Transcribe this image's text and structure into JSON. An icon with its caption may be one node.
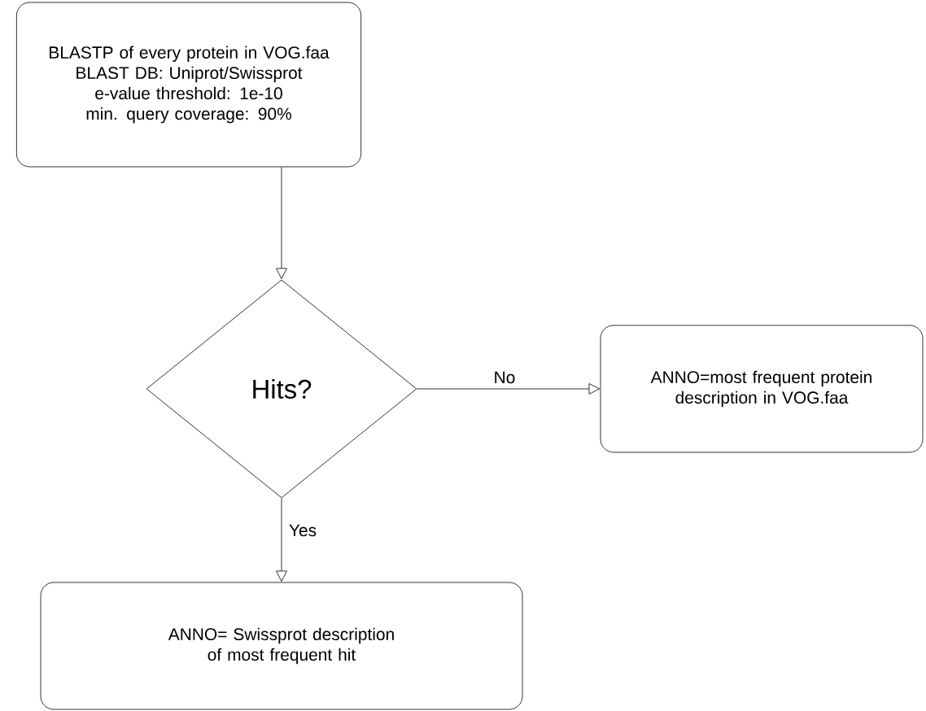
{
  "diagram": {
    "nodes": [
      {
        "text": [
          "BLASTP of every protein in VOG.faa BLAST DB: Uniprot/Swissprot e-value threshold: 1e-10 min. query coverage: 90%"
        ]
      },
      {
        "text": [
          "Hits?"
        ]
      },
      {
        "text": [
          "ANNO=most frequent protein description in VOG.faa"
        ]
      },
      {
        "text": [
          "ANNO= Swissprot description of most frequent hit"
        ]
      }
    ],
    "edges": [
      {
        "from": 0,
        "to": 1,
        "arrow": "to"
      },
      {
        "from": 1,
        "to": 2,
        "arrow": "to",
        "label": "No"
      },
      {
        "from": 1,
        "to": 3,
        "arrow": "to",
        "label": "Yes"
      }
    ]
  }
}
